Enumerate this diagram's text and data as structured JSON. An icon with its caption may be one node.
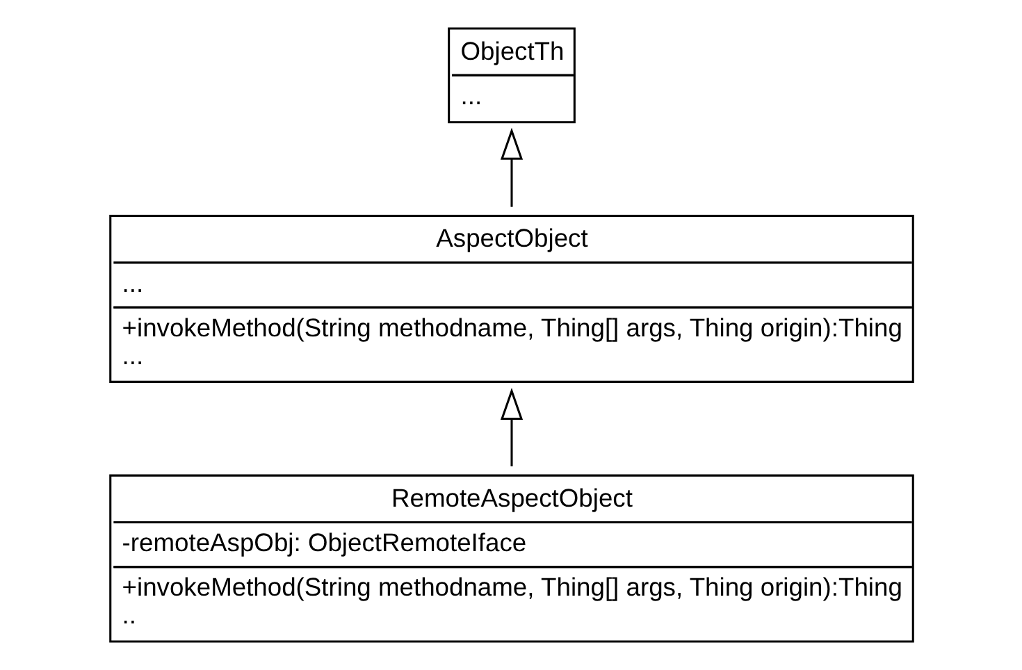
{
  "diagram": {
    "nodes": [
      {
        "text": [
          "ObjectTh",
          "..."
        ]
      },
      {
        "text": [
          "AspectObject",
          "...",
          "+invokeMethod(String methodname, Thing[] args, Thing origin):Thing",
          "..."
        ]
      },
      {
        "text": [
          "RemoteAspectObject",
          "-remoteAspObj: ObjectRemoteIface",
          "+invokeMethod(String methodname, Thing[] args, Thing origin):Thing",
          ".."
        ]
      }
    ],
    "edges": [
      {
        "from": 1,
        "to": 0,
        "arrow": "to"
      },
      {
        "from": 2,
        "to": 1,
        "arrow": "to"
      }
    ]
  }
}
